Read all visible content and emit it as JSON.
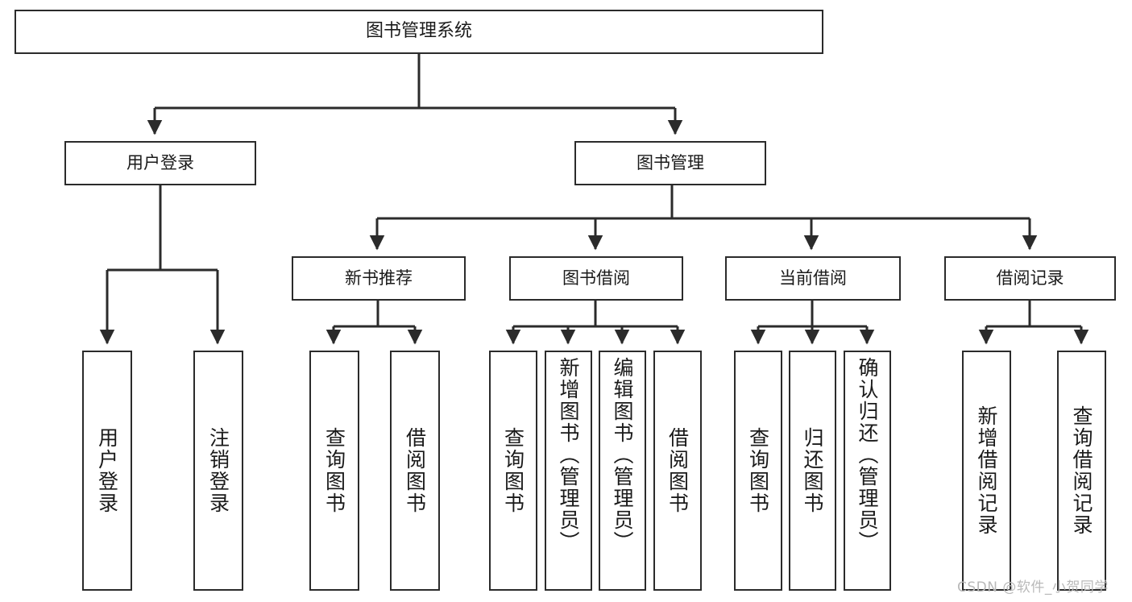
{
  "diagram": {
    "title_node": {
      "label": "图书管理系统"
    },
    "level1": [
      {
        "id": "user-login",
        "label": "用户登录"
      },
      {
        "id": "book-management",
        "label": "图书管理"
      }
    ],
    "level2": [
      {
        "id": "new-book-recommend",
        "label": "新书推荐"
      },
      {
        "id": "book-borrow",
        "label": "图书借阅"
      },
      {
        "id": "current-borrow",
        "label": "当前借阅"
      },
      {
        "id": "borrow-record",
        "label": "借阅记录"
      }
    ],
    "leaves": {
      "user_login": [
        {
          "id": "leaf-user-login",
          "label": "用户登录"
        },
        {
          "id": "leaf-logout-login",
          "label": "注销登录"
        }
      ],
      "new_book_recommend": [
        {
          "id": "leaf-query-book-1",
          "label": "查询图书"
        },
        {
          "id": "leaf-borrow-book-1",
          "label": "借阅图书"
        }
      ],
      "book_borrow": [
        {
          "id": "leaf-query-book-2",
          "label": "查询图书"
        },
        {
          "id": "leaf-add-book",
          "label": "新增图书（管理员）"
        },
        {
          "id": "leaf-edit-book",
          "label": "编辑图书（管理员）"
        },
        {
          "id": "leaf-borrow-book-2",
          "label": "借阅图书"
        }
      ],
      "current_borrow": [
        {
          "id": "leaf-query-book-3",
          "label": "查询图书"
        },
        {
          "id": "leaf-return-book",
          "label": "归还图书"
        },
        {
          "id": "leaf-confirm-return",
          "label": "确认归还（管理员）"
        }
      ],
      "borrow_record": [
        {
          "id": "leaf-add-record",
          "label": "新增借阅记录"
        },
        {
          "id": "leaf-query-record",
          "label": "查询借阅记录"
        }
      ]
    },
    "watermark": "CSDN @软件_小贺同学",
    "colors": {
      "stroke": "#2b2b2b",
      "background": "#ffffff",
      "text": "#1a1a1a",
      "watermark": "#b9b9b9"
    }
  }
}
